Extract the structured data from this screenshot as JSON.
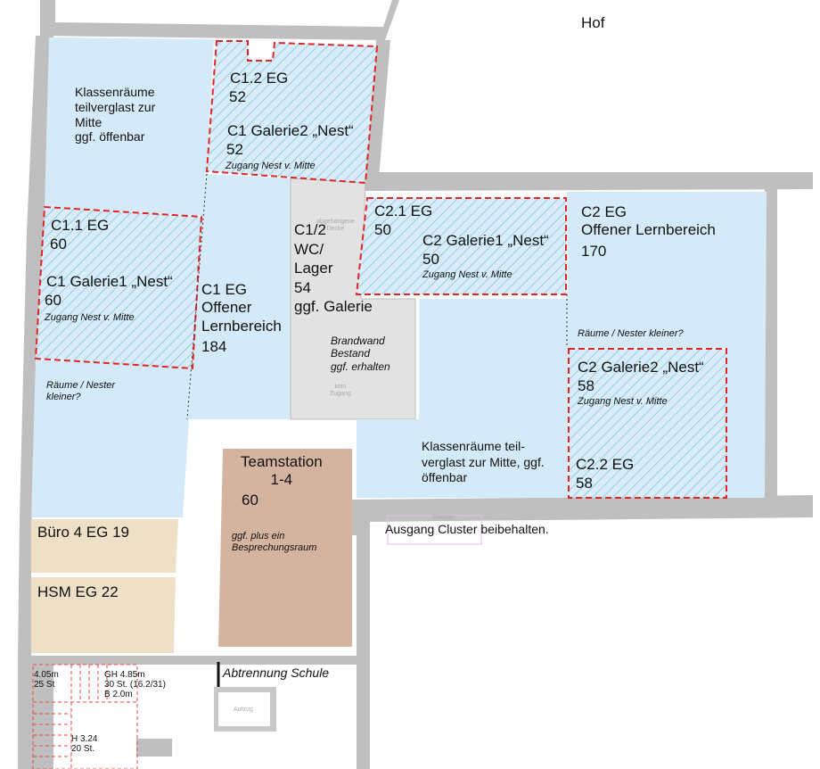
{
  "courtyard_label": "Hof",
  "colors": {
    "open_area": "#d4eaf8",
    "office": "#eee0c6",
    "team": "#d4b39f",
    "service": "#e2e2e2",
    "wall": "#bfbfbf",
    "nest_border": "#e32424",
    "hatch": "#6cb4d8"
  },
  "rooms": {
    "classrooms_c1": "Klassenräume\nteilverglast zur\nMitte\nggf. öffenbar",
    "c1_2": {
      "name": "C1.2 EG",
      "area": "52"
    },
    "c1_galerie2": {
      "name": "C1 Galerie2 „Nest“",
      "area": "52",
      "note": "Zugang Nest v. Mitte"
    },
    "c1_1": {
      "name": "C1.1 EG",
      "area": "60"
    },
    "c1_galerie1": {
      "name": "C1 Galerie1 „Nest“",
      "area": "60",
      "note": "Zugang Nest v. Mitte"
    },
    "c1_open": {
      "name": "C1 EG\nOffener\nLernbereich",
      "area": "184"
    },
    "c1_note": "Räume / Nester\nkleiner?",
    "c1_2_wc": "C1/2\nWC/\nLager\n54\nggf. Galerie",
    "firewall": "Brandwand\nBestand\nggf. erhalten",
    "c2_1": {
      "name": "C2.1 EG",
      "area": "50"
    },
    "c2_galerie1": {
      "name": "C2 Galerie1 „Nest“",
      "area": "50",
      "note": "Zugang Nest v. Mitte"
    },
    "c2_open": {
      "name": "C2 EG\nOffener Lernbereich",
      "area": "170"
    },
    "c2_note": "Räume / Nester kleiner?",
    "c2_galerie2": {
      "name": "C2 Galerie2 „Nest“",
      "area": "58",
      "note": "Zugang Nest v. Mitte"
    },
    "c2_2": {
      "name": "C2.2 EG",
      "area": "58"
    },
    "classrooms_c2": "Klassenräume teil-\nverglast zur Mitte, ggf.\nöffenbar",
    "teamstation": {
      "name": "Teamstation\n1-4",
      "area": "60",
      "note": "ggf. plus ein\nBesprechungsraum"
    },
    "buero": "Büro 4 EG 19",
    "hsm": "HSM EG 22"
  },
  "annotations": {
    "exit": "Ausgang Cluster beibehalten.",
    "separation": "Abtrennung Schule",
    "stair1": "4.05m\n25 St",
    "stair2": "GH 4.85m\n30 St. (16.2/31)\nB 2.0m",
    "stair3": "H 3.24\n20 St.",
    "elevator": "Aufzug",
    "ceiling": "abgehangene\nDecke",
    "no_access": "kein\nZugang",
    "window": "Fenster"
  }
}
